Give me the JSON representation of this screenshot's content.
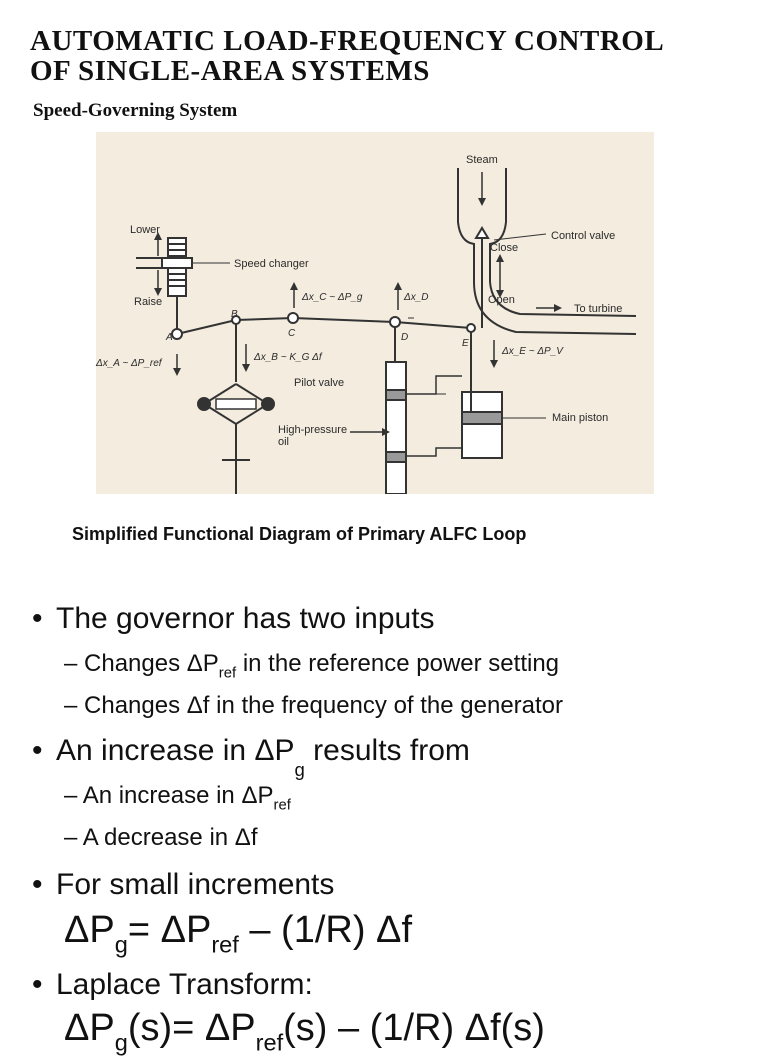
{
  "header": {
    "title_line1": "AUTOMATIC LOAD-FREQUENCY CONTROL",
    "title_line2": "OF SINGLE-AREA SYSTEMS",
    "subtitle": "Speed-Governing System"
  },
  "diagram": {
    "labels": {
      "steam": "Steam",
      "lower": "Lower",
      "raise": "Raise",
      "speed_changer": "Speed changer",
      "control_valve": "Control valve",
      "close": "Close",
      "open": "Open",
      "to_turbine": "To turbine",
      "pilot_valve": "Pilot valve",
      "high_pressure_oil": "High-pressure oil",
      "main_piston": "Main piston",
      "pt_a": "A",
      "pt_b": "B",
      "pt_c": "C",
      "pt_d": "D",
      "pt_e": "E",
      "dx_c": "Δx_C ~ ΔP_g",
      "dx_d": "Δx_D",
      "dx_a": "Δx_A ~ ΔP_ref",
      "dx_b": "Δx_B ~ K_G Δf",
      "dx_e": "Δx_E ~ ΔP_V"
    }
  },
  "caption": "Simplified Functional Diagram of Primary ALFC Loop",
  "bullets": {
    "b1_text": "The governor has two inputs",
    "b1_sub1_a": "– Changes ΔP",
    "b1_sub1_sub": "ref",
    "b1_sub1_b": " in the reference power setting",
    "b1_sub2": "– Changes Δf in the frequency of the generator",
    "b2_a": "An increase in ΔP",
    "b2_sub": "g",
    "b2_b": " results from",
    "b2_sub1_a": "– An increase in ΔP",
    "b2_sub1_sub": "ref",
    "b2_sub2": "– A decrease in Δf",
    "b3_text": "For small increments",
    "eq1_a": "ΔP",
    "eq1_sub1": "g",
    "eq1_b": "= ΔP",
    "eq1_sub2": "ref",
    "eq1_c": " – (1/R) Δf",
    "b4_text": "Laplace Transform:",
    "eq2_a": "ΔP",
    "eq2_sub1": "g",
    "eq2_b": "(s)= ΔP",
    "eq2_sub2": "ref",
    "eq2_c": "(s) – (1/R) Δf(s)"
  }
}
